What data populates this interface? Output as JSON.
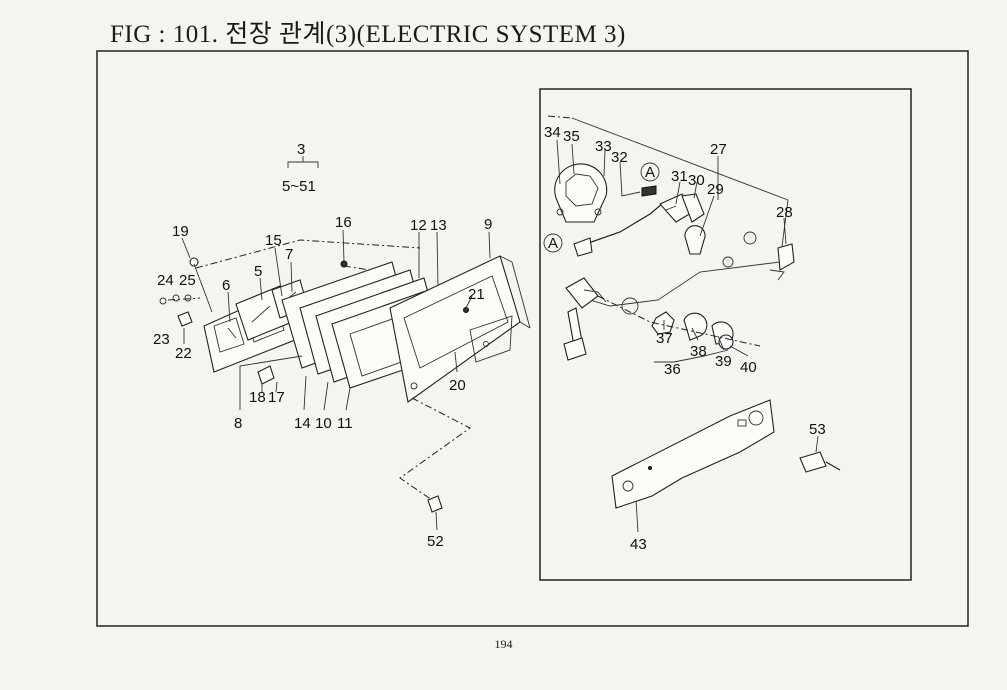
{
  "title": "FIG : 101. 전장 관계(3)(ELECTRIC SYSTEM 3)",
  "page_number": "194",
  "callouts": {
    "group_top": "3",
    "group_range": "5~51",
    "c34": "34",
    "c35": "35",
    "c33": "33",
    "c32": "32",
    "c27": "27",
    "c31": "31",
    "c30": "30",
    "c29": "29",
    "c28": "28",
    "ref_a": "A",
    "c16": "16",
    "c12": "12",
    "c13": "13",
    "c9": "9",
    "c19": "19",
    "c15": "15",
    "c7": "7",
    "c5": "5",
    "c6": "6",
    "c24": "24",
    "c25": "25",
    "c23": "23",
    "c22": "22",
    "c21": "21",
    "c37": "37",
    "c38": "38",
    "c39": "39",
    "c40": "40",
    "c36": "36",
    "c20": "20",
    "c18": "18",
    "c17": "17",
    "c8": "8",
    "c14": "14",
    "c10": "10",
    "c11": "11",
    "c53": "53",
    "c52": "52",
    "c43": "43"
  }
}
